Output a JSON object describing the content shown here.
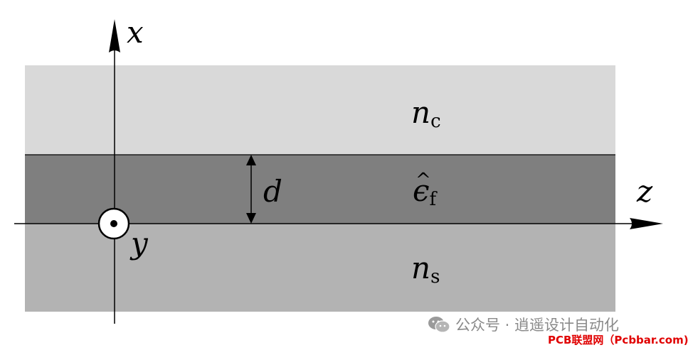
{
  "colors": {
    "cladding": "#d9d9d9",
    "film": "#7f7f7f",
    "substrate": "#b3b3b3",
    "axis": "#000000",
    "credit": "#e00000"
  },
  "labels": {
    "x_axis": "x",
    "z_axis": "z",
    "y_axis": "y",
    "thickness": "d",
    "cladding_main": "n",
    "cladding_sub": "c",
    "film_hat": "^",
    "film_main": "ϵ",
    "film_sub": "f",
    "substrate_main": "n",
    "substrate_sub": "s"
  },
  "watermark": {
    "icon": "wechat-icon",
    "text": "公众号 · 逍遥设计自动化"
  },
  "credit": {
    "text": "PCB联盟网（Pcbbar.com)"
  }
}
